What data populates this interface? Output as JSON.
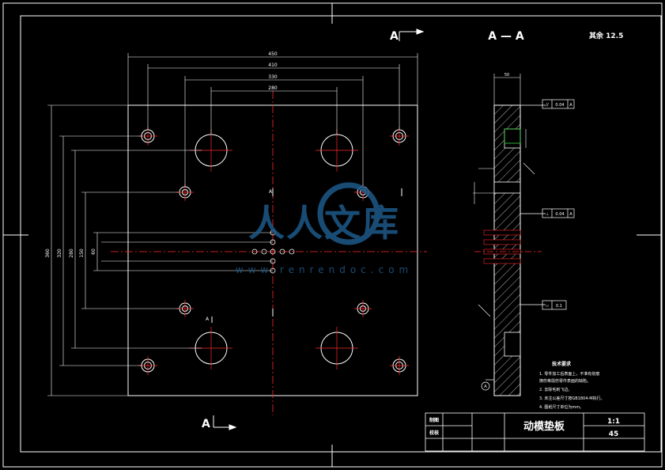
{
  "drawing": {
    "title": "动模垫板",
    "section_title": "A — A",
    "roughness_note": "其余 12.5",
    "section_marks": [
      "A",
      "A",
      "A",
      "A"
    ],
    "dimensions_top": [
      "450",
      "410",
      "330",
      "280"
    ],
    "dimensions_left": [
      "360",
      "320",
      "280",
      "150",
      "60"
    ],
    "side_dimension": "50",
    "gdt": [
      {
        "symbol": "//",
        "value": "0.04",
        "datum": "A"
      },
      {
        "symbol": "⊥",
        "value": "0.04",
        "datum": "A"
      },
      {
        "symbol": "▱",
        "value": "0.1",
        "datum": ""
      }
    ],
    "datum_label": "A",
    "tech_req": {
      "heading": "技术要求",
      "items": [
        "1. 零件加工后表面上，不准有划痕",
        "擦伤等损伤零件表面的缺陷。",
        "2. 去除毛刺飞边。",
        "3. 未注公差尺寸按GB1804-M执行。",
        "4. 图纸尺寸单位为mm。"
      ]
    },
    "title_block": {
      "label_draw": "制图",
      "label_check": "校核",
      "scale": "1:1",
      "material": "45"
    },
    "watermark": {
      "text": "人人文库",
      "url": "www.renrendoc.com"
    }
  },
  "colors": {
    "background": "#000000",
    "lines": "#ffffff",
    "center_lines": "#ff2a2a",
    "watermark": "#1e5a8a"
  }
}
